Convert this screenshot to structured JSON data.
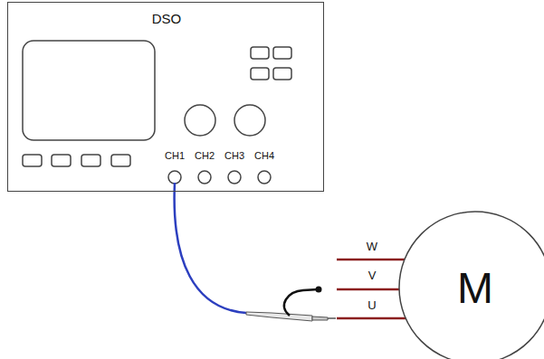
{
  "diagram": {
    "nodes": [
      {
        "text": [
          "DSO"
        ]
      },
      {
        "text": [
          "M"
        ]
      }
    ],
    "labels": [
      "CH1",
      "CH2",
      "CH3",
      "CH4",
      "W",
      "V",
      "U"
    ]
  }
}
